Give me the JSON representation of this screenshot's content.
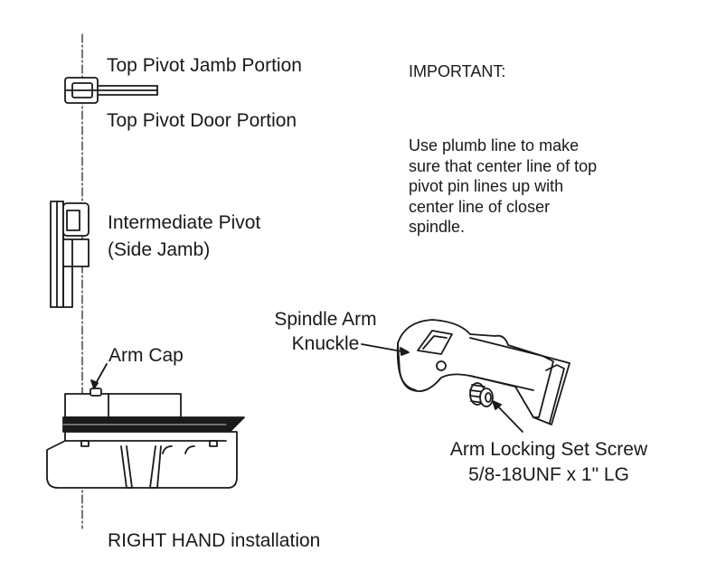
{
  "labels": {
    "top_pivot_jamb": "Top Pivot Jamb Portion",
    "top_pivot_door": "Top Pivot Door Portion",
    "intermediate_pivot": "Intermediate Pivot",
    "side_jamb": "(Side Jamb)",
    "spindle_arm_line1": "Spindle Arm",
    "spindle_arm_line2": "Knuckle",
    "arm_cap": "Arm Cap",
    "set_screw_line1": "Arm Locking Set Screw",
    "set_screw_line2": "5/8-18UNF x 1\" LG",
    "installation": "RIGHT HAND installation"
  },
  "note": {
    "heading": "IMPORTANT:",
    "lines": [
      "Use plumb line to make",
      "sure that center line of top",
      "pivot pin lines up with",
      "center line of closer",
      "spindle."
    ]
  },
  "colors": {
    "ink": "#1a1a1a",
    "background": "#ffffff"
  }
}
